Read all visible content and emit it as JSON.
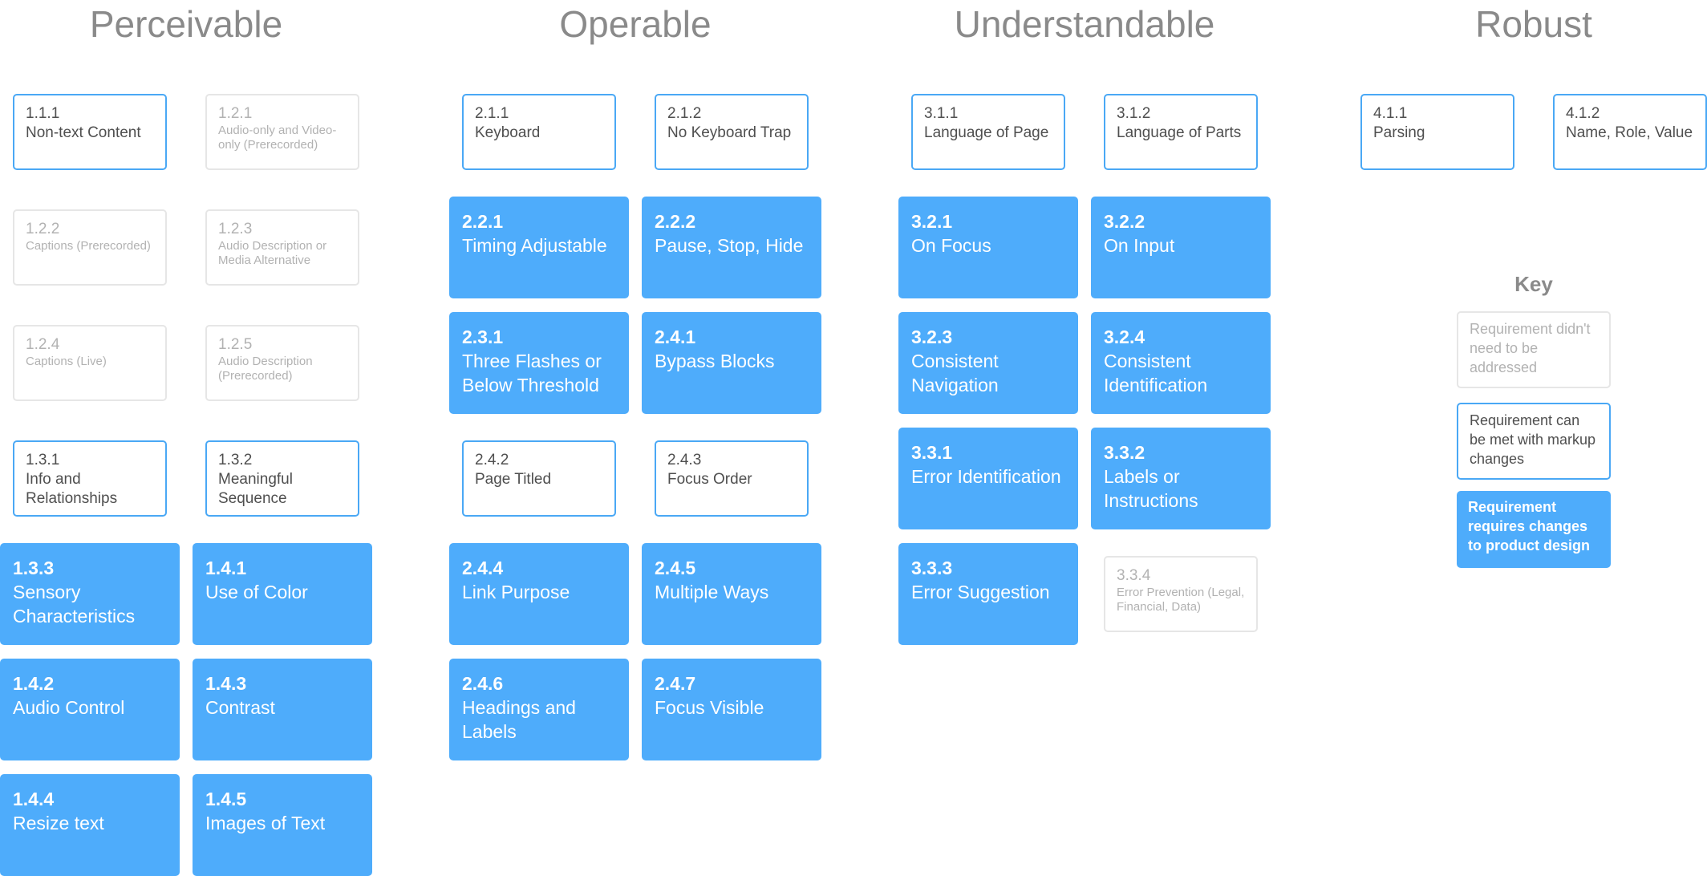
{
  "columns": {
    "perceivable": "Perceivable",
    "operable": "Operable",
    "understandable": "Understandable",
    "robust": "Robust"
  },
  "criteria": {
    "c111": {
      "num": "1.1.1",
      "label": "Non-text Content",
      "status": "markup"
    },
    "c121": {
      "num": "1.2.1",
      "label": "Audio-only and Video-only (Prerecorded)",
      "status": "not-addressed"
    },
    "c122": {
      "num": "1.2.2",
      "label": "Captions (Prerecorded)",
      "status": "not-addressed"
    },
    "c123": {
      "num": "1.2.3",
      "label": "Audio Description or Media Alternative",
      "status": "not-addressed"
    },
    "c124": {
      "num": "1.2.4",
      "label": "Captions (Live)",
      "status": "not-addressed"
    },
    "c125": {
      "num": "1.2.5",
      "label": "Audio Description (Prerecorded)",
      "status": "not-addressed"
    },
    "c131": {
      "num": "1.3.1",
      "label": "Info and Relationships",
      "status": "markup"
    },
    "c132": {
      "num": "1.3.2",
      "label": "Meaningful Sequence",
      "status": "markup"
    },
    "c133": {
      "num": "1.3.3",
      "label": "Sensory Characteristics",
      "status": "design"
    },
    "c141": {
      "num": "1.4.1",
      "label": "Use of Color",
      "status": "design"
    },
    "c142": {
      "num": "1.4.2",
      "label": "Audio Control",
      "status": "design"
    },
    "c143": {
      "num": "1.4.3",
      "label": "Contrast",
      "status": "design"
    },
    "c144": {
      "num": "1.4.4",
      "label": "Resize text",
      "status": "design"
    },
    "c145": {
      "num": "1.4.5",
      "label": "Images of Text",
      "status": "design"
    },
    "c211": {
      "num": "2.1.1",
      "label": "Keyboard",
      "status": "markup"
    },
    "c212": {
      "num": "2.1.2",
      "label": "No Keyboard Trap",
      "status": "markup"
    },
    "c221": {
      "num": "2.2.1",
      "label": "Timing Adjustable",
      "status": "design"
    },
    "c222": {
      "num": "2.2.2",
      "label": "Pause, Stop, Hide",
      "status": "design"
    },
    "c231": {
      "num": "2.3.1",
      "label": "Three Flashes or Below Threshold",
      "status": "design"
    },
    "c241": {
      "num": "2.4.1",
      "label": "Bypass Blocks",
      "status": "design"
    },
    "c242": {
      "num": "2.4.2",
      "label": "Page Titled",
      "status": "markup"
    },
    "c243": {
      "num": "2.4.3",
      "label": "Focus Order",
      "status": "markup"
    },
    "c244": {
      "num": "2.4.4",
      "label": "Link Purpose",
      "status": "design"
    },
    "c245": {
      "num": "2.4.5",
      "label": "Multiple Ways",
      "status": "design"
    },
    "c246": {
      "num": "2.4.6",
      "label": "Headings and Labels",
      "status": "design"
    },
    "c247": {
      "num": "2.4.7",
      "label": "Focus Visible",
      "status": "design"
    },
    "c311": {
      "num": "3.1.1",
      "label": "Language of Page",
      "status": "markup"
    },
    "c312": {
      "num": "3.1.2",
      "label": "Language of Parts",
      "status": "markup"
    },
    "c321": {
      "num": "3.2.1",
      "label": "On Focus",
      "status": "design"
    },
    "c322": {
      "num": "3.2.2",
      "label": "On Input",
      "status": "design"
    },
    "c323": {
      "num": "3.2.3",
      "label": "Consistent Navigation",
      "status": "design"
    },
    "c324": {
      "num": "3.2.4",
      "label": "Consistent Identification",
      "status": "design"
    },
    "c331": {
      "num": "3.3.1",
      "label": "Error Identification",
      "status": "design"
    },
    "c332": {
      "num": "3.3.2",
      "label": "Labels or Instructions",
      "status": "design"
    },
    "c333": {
      "num": "3.3.3",
      "label": "Error Suggestion",
      "status": "design"
    },
    "c334": {
      "num": "3.3.4",
      "label": "Error Prevention (Legal, Financial, Data)",
      "status": "not-addressed"
    },
    "c411": {
      "num": "4.1.1",
      "label": "Parsing",
      "status": "markup"
    },
    "c412": {
      "num": "4.1.2",
      "label": "Name, Role, Value",
      "status": "markup"
    }
  },
  "key": {
    "title": "Key",
    "not_addressed": "Requirement didn't need to be addressed",
    "markup": "Requirement can be met with markup changes",
    "design": "Requirement requires changes to product design"
  },
  "colors": {
    "design_fill": "#4eacfb",
    "markup_border": "#4aa8f5",
    "not_addressed_border": "#e6e6e6",
    "heading_text": "#8a8a8a"
  }
}
